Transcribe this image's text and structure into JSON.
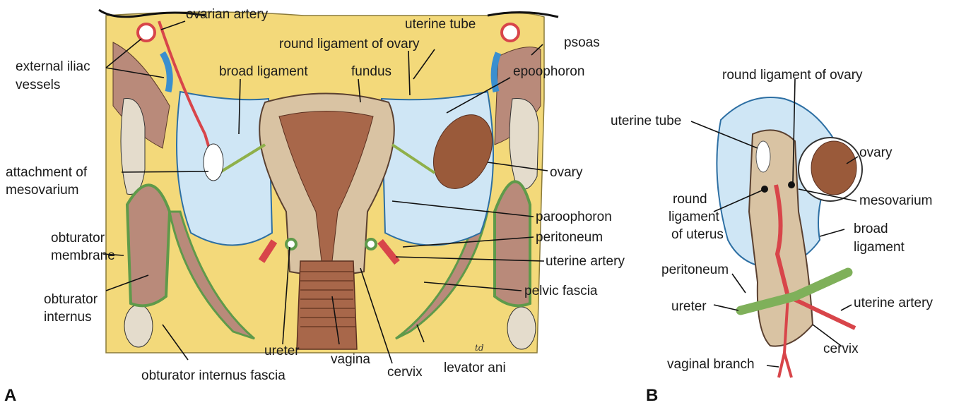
{
  "panels": {
    "a": "A",
    "b": "B"
  },
  "figure_a": {
    "labels": {
      "ovarian_artery": "ovarian artery",
      "uterine_tube": "uterine tube",
      "round_ligament_of_ovary": "round ligament of ovary",
      "psoas": "psoas",
      "external_iliac_1": "external iliac",
      "external_iliac_2": "vessels",
      "broad_ligament": "broad ligament",
      "fundus": "fundus",
      "epoophoron": "epoophoron",
      "attachment_1": "attachment of",
      "attachment_2": "mesovarium",
      "ovary": "ovary",
      "paroophoron": "paroophoron",
      "obturator_membrane_1": "obturator",
      "obturator_membrane_2": "membrane",
      "peritoneum": "peritoneum",
      "uterine_artery": "uterine artery",
      "obturator_internus_1": "obturator",
      "obturator_internus_2": "internus",
      "pelvic_fascia": "pelvic fascia",
      "ureter": "ureter",
      "vagina": "vagina",
      "cervix": "cervix",
      "levator_ani": "levator ani",
      "obturator_internus_fascia": "obturator internus fascia",
      "signature": "td"
    }
  },
  "figure_b": {
    "labels": {
      "round_ligament_of_ovary": "round ligament of ovary",
      "uterine_tube": "uterine tube",
      "ovary": "ovary",
      "round_ligament_uterus_1": "round",
      "round_ligament_uterus_2": "ligament",
      "round_ligament_uterus_3": "of uterus",
      "mesovarium": "mesovarium",
      "broad_ligament_1": "broad",
      "broad_ligament_2": "ligament",
      "peritoneum": "peritoneum",
      "ureter": "ureter",
      "uterine_artery": "uterine artery",
      "cervix": "cervix",
      "vaginal_branch": "vaginal branch"
    }
  },
  "colors": {
    "fat_yellow": "#f3d97a",
    "muscle_brown": "#b98a7a",
    "peritoneum_blue": "#cfe6f5",
    "uterus_tan": "#d9c3a3",
    "cavity_brown": "#a8674a",
    "fascia_green": "#5f9a4a",
    "artery_red": "#d8454a",
    "vein_blue": "#3a8fcf",
    "bone_gray": "#e4dccc"
  }
}
